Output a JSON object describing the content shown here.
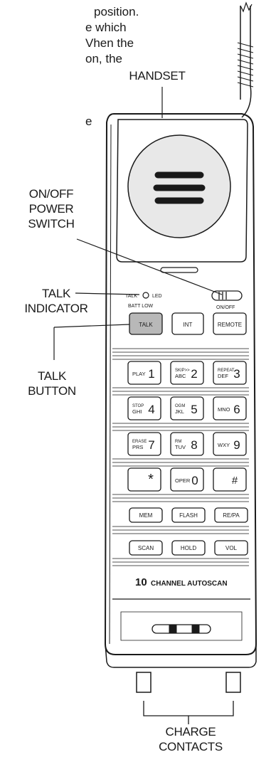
{
  "text_fragments": [
    "position.",
    "e which",
    "Vhen the",
    "on, the",
    "e"
  ],
  "callouts": {
    "handset": "HANDSET",
    "power_switch": [
      "ON/OFF",
      "POWER",
      "SWITCH"
    ],
    "talk_indicator": [
      "TALK",
      "INDICATOR"
    ],
    "talk_button": [
      "TALK",
      "BUTTON"
    ],
    "charge_contacts": [
      "CHARGE",
      "CONTACTS"
    ]
  },
  "phone": {
    "led_talk": "TALK",
    "led_label": "LED",
    "batt_low": "BATT  LOW",
    "onoff": "ON/OFF",
    "btn_talk": "TALK",
    "btn_int": "INT",
    "btn_remote": "REMOTE",
    "keys": [
      {
        "sub1": "",
        "sub2": "PLAY",
        "digit": "1"
      },
      {
        "sub1": "SKIP>>",
        "sub2": "ABC",
        "digit": "2"
      },
      {
        "sub1": "REPEAT",
        "sub2": "DEF",
        "digit": "3"
      },
      {
        "sub1": "STOP",
        "sub2": "GHI",
        "digit": "4"
      },
      {
        "sub1": "OGM",
        "sub2": "JKL",
        "digit": "5"
      },
      {
        "sub1": "",
        "sub2": "MNO",
        "digit": "6"
      },
      {
        "sub1": "ERASE",
        "sub2": "PRS",
        "digit": "7"
      },
      {
        "sub1": "RM",
        "sub2": "TUV",
        "digit": "8"
      },
      {
        "sub1": "",
        "sub2": "WXY",
        "digit": "9"
      },
      {
        "sub1": "",
        "sub2": "",
        "digit": "*"
      },
      {
        "sub1": "",
        "sub2": "OPER",
        "digit": "0"
      },
      {
        "sub1": "",
        "sub2": "",
        "digit": "#"
      }
    ],
    "btn_mem": "MEM",
    "btn_flash": "FLASH",
    "btn_repa": "RE/PA",
    "btn_scan": "SCAN",
    "btn_hold": "HOLD",
    "btn_vol": "VOL",
    "autoscan_number": "10",
    "autoscan_text": "CHANNEL AUTOSCAN"
  },
  "colors": {
    "ink": "#1a1a1a",
    "talk_button_fill": "#b8b8b8",
    "speaker_fill": "#e8e8e8"
  }
}
